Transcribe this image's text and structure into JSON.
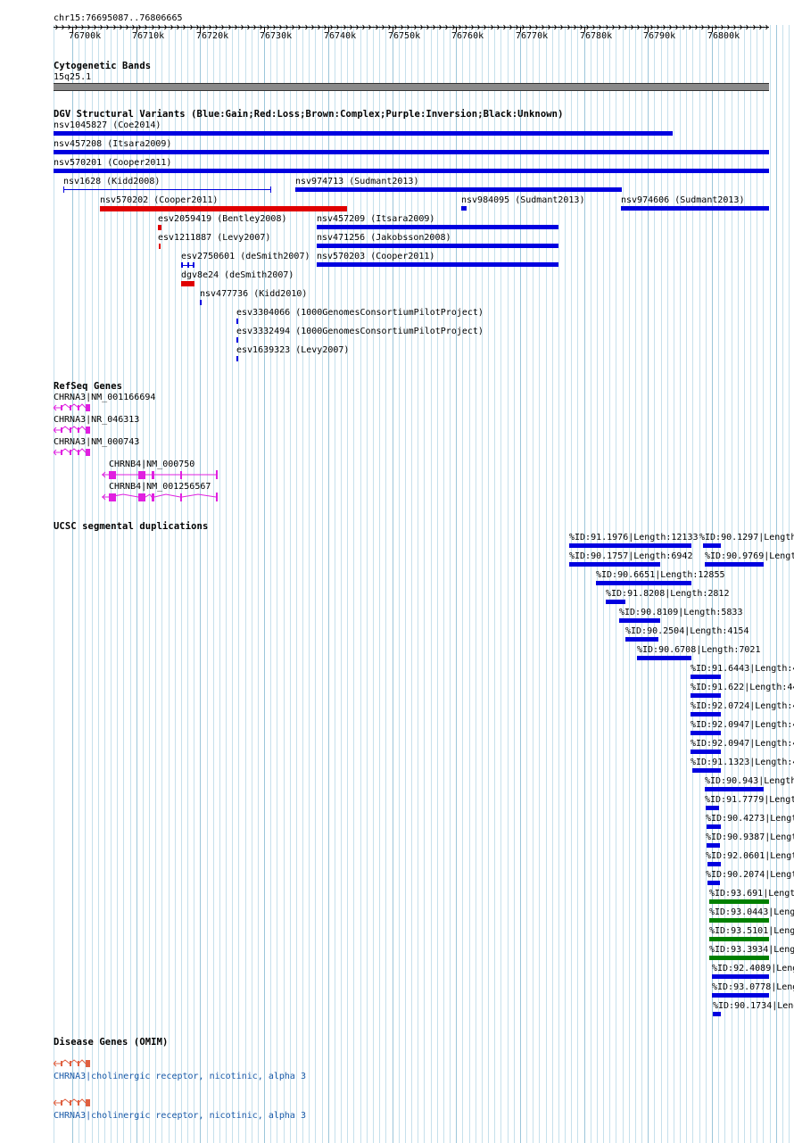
{
  "locus": "chr15:76695087..76806665",
  "ruler": {
    "ticks": [
      "76700k",
      "76710k",
      "76720k",
      "76730k",
      "76740k",
      "76750k",
      "76760k",
      "76770k",
      "76780k",
      "76790k",
      "76800k"
    ]
  },
  "tracks": {
    "cytoband": {
      "title": "Cytogenetic Bands",
      "band": "15q25.1"
    },
    "dgv": {
      "title": "DGV Structural Variants (Blue:Gain;Red:Loss;Brown:Complex;Purple:Inversion;Black:Unknown)",
      "features": [
        {
          "label": "nsv1045827 (Coe2014)"
        },
        {
          "label": "nsv457208 (Itsara2009)"
        },
        {
          "label": "nsv570201 (Cooper2011)"
        },
        {
          "label": "nsv1628 (Kidd2008)"
        },
        {
          "label": "nsv974713 (Sudmant2013)"
        },
        {
          "label": "nsv570202 (Cooper2011)"
        },
        {
          "label": "nsv984095 (Sudmant2013)"
        },
        {
          "label": "nsv974606 (Sudmant2013)"
        },
        {
          "label": "esv2059419 (Bentley2008)"
        },
        {
          "label": "nsv457209 (Itsara2009)"
        },
        {
          "label": "esv1211887 (Levy2007)"
        },
        {
          "label": "nsv471256 (Jakobsson2008)"
        },
        {
          "label": "esv2750601 (deSmith2007)"
        },
        {
          "label": "nsv570203 (Cooper2011)"
        },
        {
          "label": "dgv8e24 (deSmith2007)"
        },
        {
          "label": "nsv477736 (Kidd2010)"
        },
        {
          "label": "esv3304066 (1000GenomesConsortiumPilotProject)"
        },
        {
          "label": "esv3332494 (1000GenomesConsortiumPilotProject)"
        },
        {
          "label": "esv1639323 (Levy2007)"
        }
      ]
    },
    "refseq": {
      "title": "RefSeq Genes",
      "genes": [
        {
          "label": "CHRNA3|NM_001166694"
        },
        {
          "label": "CHRNA3|NR_046313"
        },
        {
          "label": "CHRNA3|NM_000743"
        },
        {
          "label": "CHRNB4|NM_000750"
        },
        {
          "label": "CHRNB4|NM_001256567"
        }
      ]
    },
    "segdup": {
      "title": "UCSC segmental duplications",
      "features": [
        {
          "label": "%ID:91.1976|Length:12133"
        },
        {
          "label": "%ID:90.1297|Length"
        },
        {
          "label": "%ID:90.1757|Length:6942"
        },
        {
          "label": "%ID:90.9769|Lengt"
        },
        {
          "label": "%ID:90.6651|Length:12855"
        },
        {
          "label": "%ID:91.8208|Length:2812"
        },
        {
          "label": "%ID:90.8109|Length:5833"
        },
        {
          "label": "%ID:90.2504|Length:4154"
        },
        {
          "label": "%ID:90.6708|Length:7021"
        },
        {
          "label": "%ID:91.6443|Length:4"
        },
        {
          "label": "%ID:91.622|Length:44"
        },
        {
          "label": "%ID:92.0724|Length:4"
        },
        {
          "label": "%ID:92.0947|Length:4"
        },
        {
          "label": "%ID:92.0947|Length:4"
        },
        {
          "label": "%ID:91.1323|Length:4"
        },
        {
          "label": "%ID:90.943|Length"
        },
        {
          "label": "%ID:91.7779|Lengt"
        },
        {
          "label": "%ID:90.4273|Lengt"
        },
        {
          "label": "%ID:90.9387|Lengt"
        },
        {
          "label": "%ID:92.0601|Lengt"
        },
        {
          "label": "%ID:90.2074|Lengt"
        },
        {
          "label": "%ID:93.691|Lengt"
        },
        {
          "label": "%ID:93.0443|Leng"
        },
        {
          "label": "%ID:93.5101|Leng"
        },
        {
          "label": "%ID:93.3934|Leng"
        },
        {
          "label": "%ID:92.4089|Leng"
        },
        {
          "label": "%ID:93.0778|Leng"
        },
        {
          "label": "%ID:90.1734|Leng"
        }
      ]
    },
    "omim": {
      "title": "Disease Genes (OMIM)",
      "genes": [
        {
          "label": "CHRNA3|cholinergic receptor, nicotinic, alpha 3"
        },
        {
          "label": "CHRNA3|cholinergic receptor, nicotinic, alpha 3"
        }
      ]
    }
  },
  "colors": {
    "gain": "#0000e0",
    "loss": "#e00000",
    "gene": "#e020e0",
    "segdup_high": "#008000",
    "omim": "#e06040",
    "grid": "#a8d0e0"
  }
}
